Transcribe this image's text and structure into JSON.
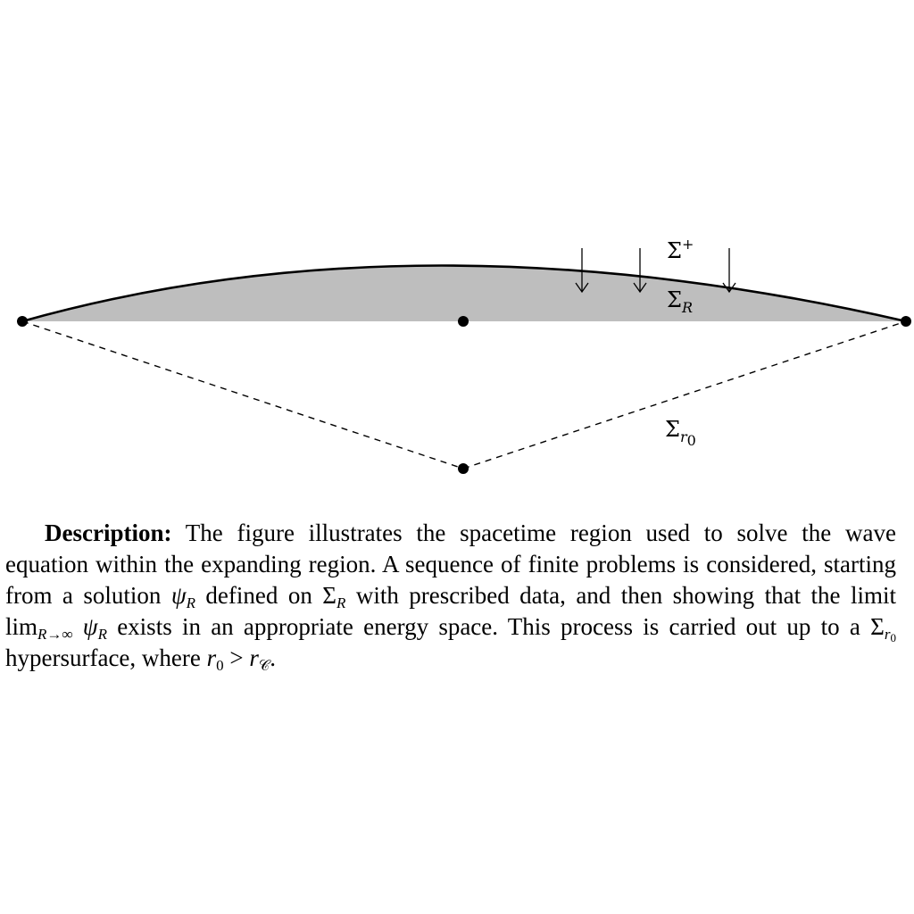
{
  "labels": {
    "sigma_plus": {
      "base": "Σ",
      "sup": "+"
    },
    "sigma_R": {
      "base": "Σ",
      "sub": "R"
    },
    "sigma_r0": {
      "base": "Σ",
      "sub": "r",
      "subsub": "0"
    }
  },
  "caption": {
    "heading": "Description:",
    "text1": " The figure illustrates the spacetime region used to solve the wave equation within the expanding region.  A sequence of finite problems is considered, starting from a solution ",
    "psi": "ψ",
    "psi_sub": "R",
    "text2": " defined on ",
    "sigma": "Σ",
    "sigma_sub": "R",
    "text3": " with prescribed data, and then showing that the limit ",
    "lim": "lim",
    "lim_sub": "R→∞",
    "psi2": "ψ",
    "psi2_sub": "R",
    "text4": " exists in an appropriate energy space. This process is carried out up to a ",
    "sigma2": "Σ",
    "sigma2_sub": "r",
    "sigma2_subsub": "0",
    "text5": " hypersurface, where ",
    "r0": "r",
    "r0_sub": "0",
    "gt": " > ",
    "rc": "r",
    "rc_sub": "𝒞",
    "end": "."
  },
  "colors": {
    "shade": "#bebebe",
    "line": "#000000"
  }
}
